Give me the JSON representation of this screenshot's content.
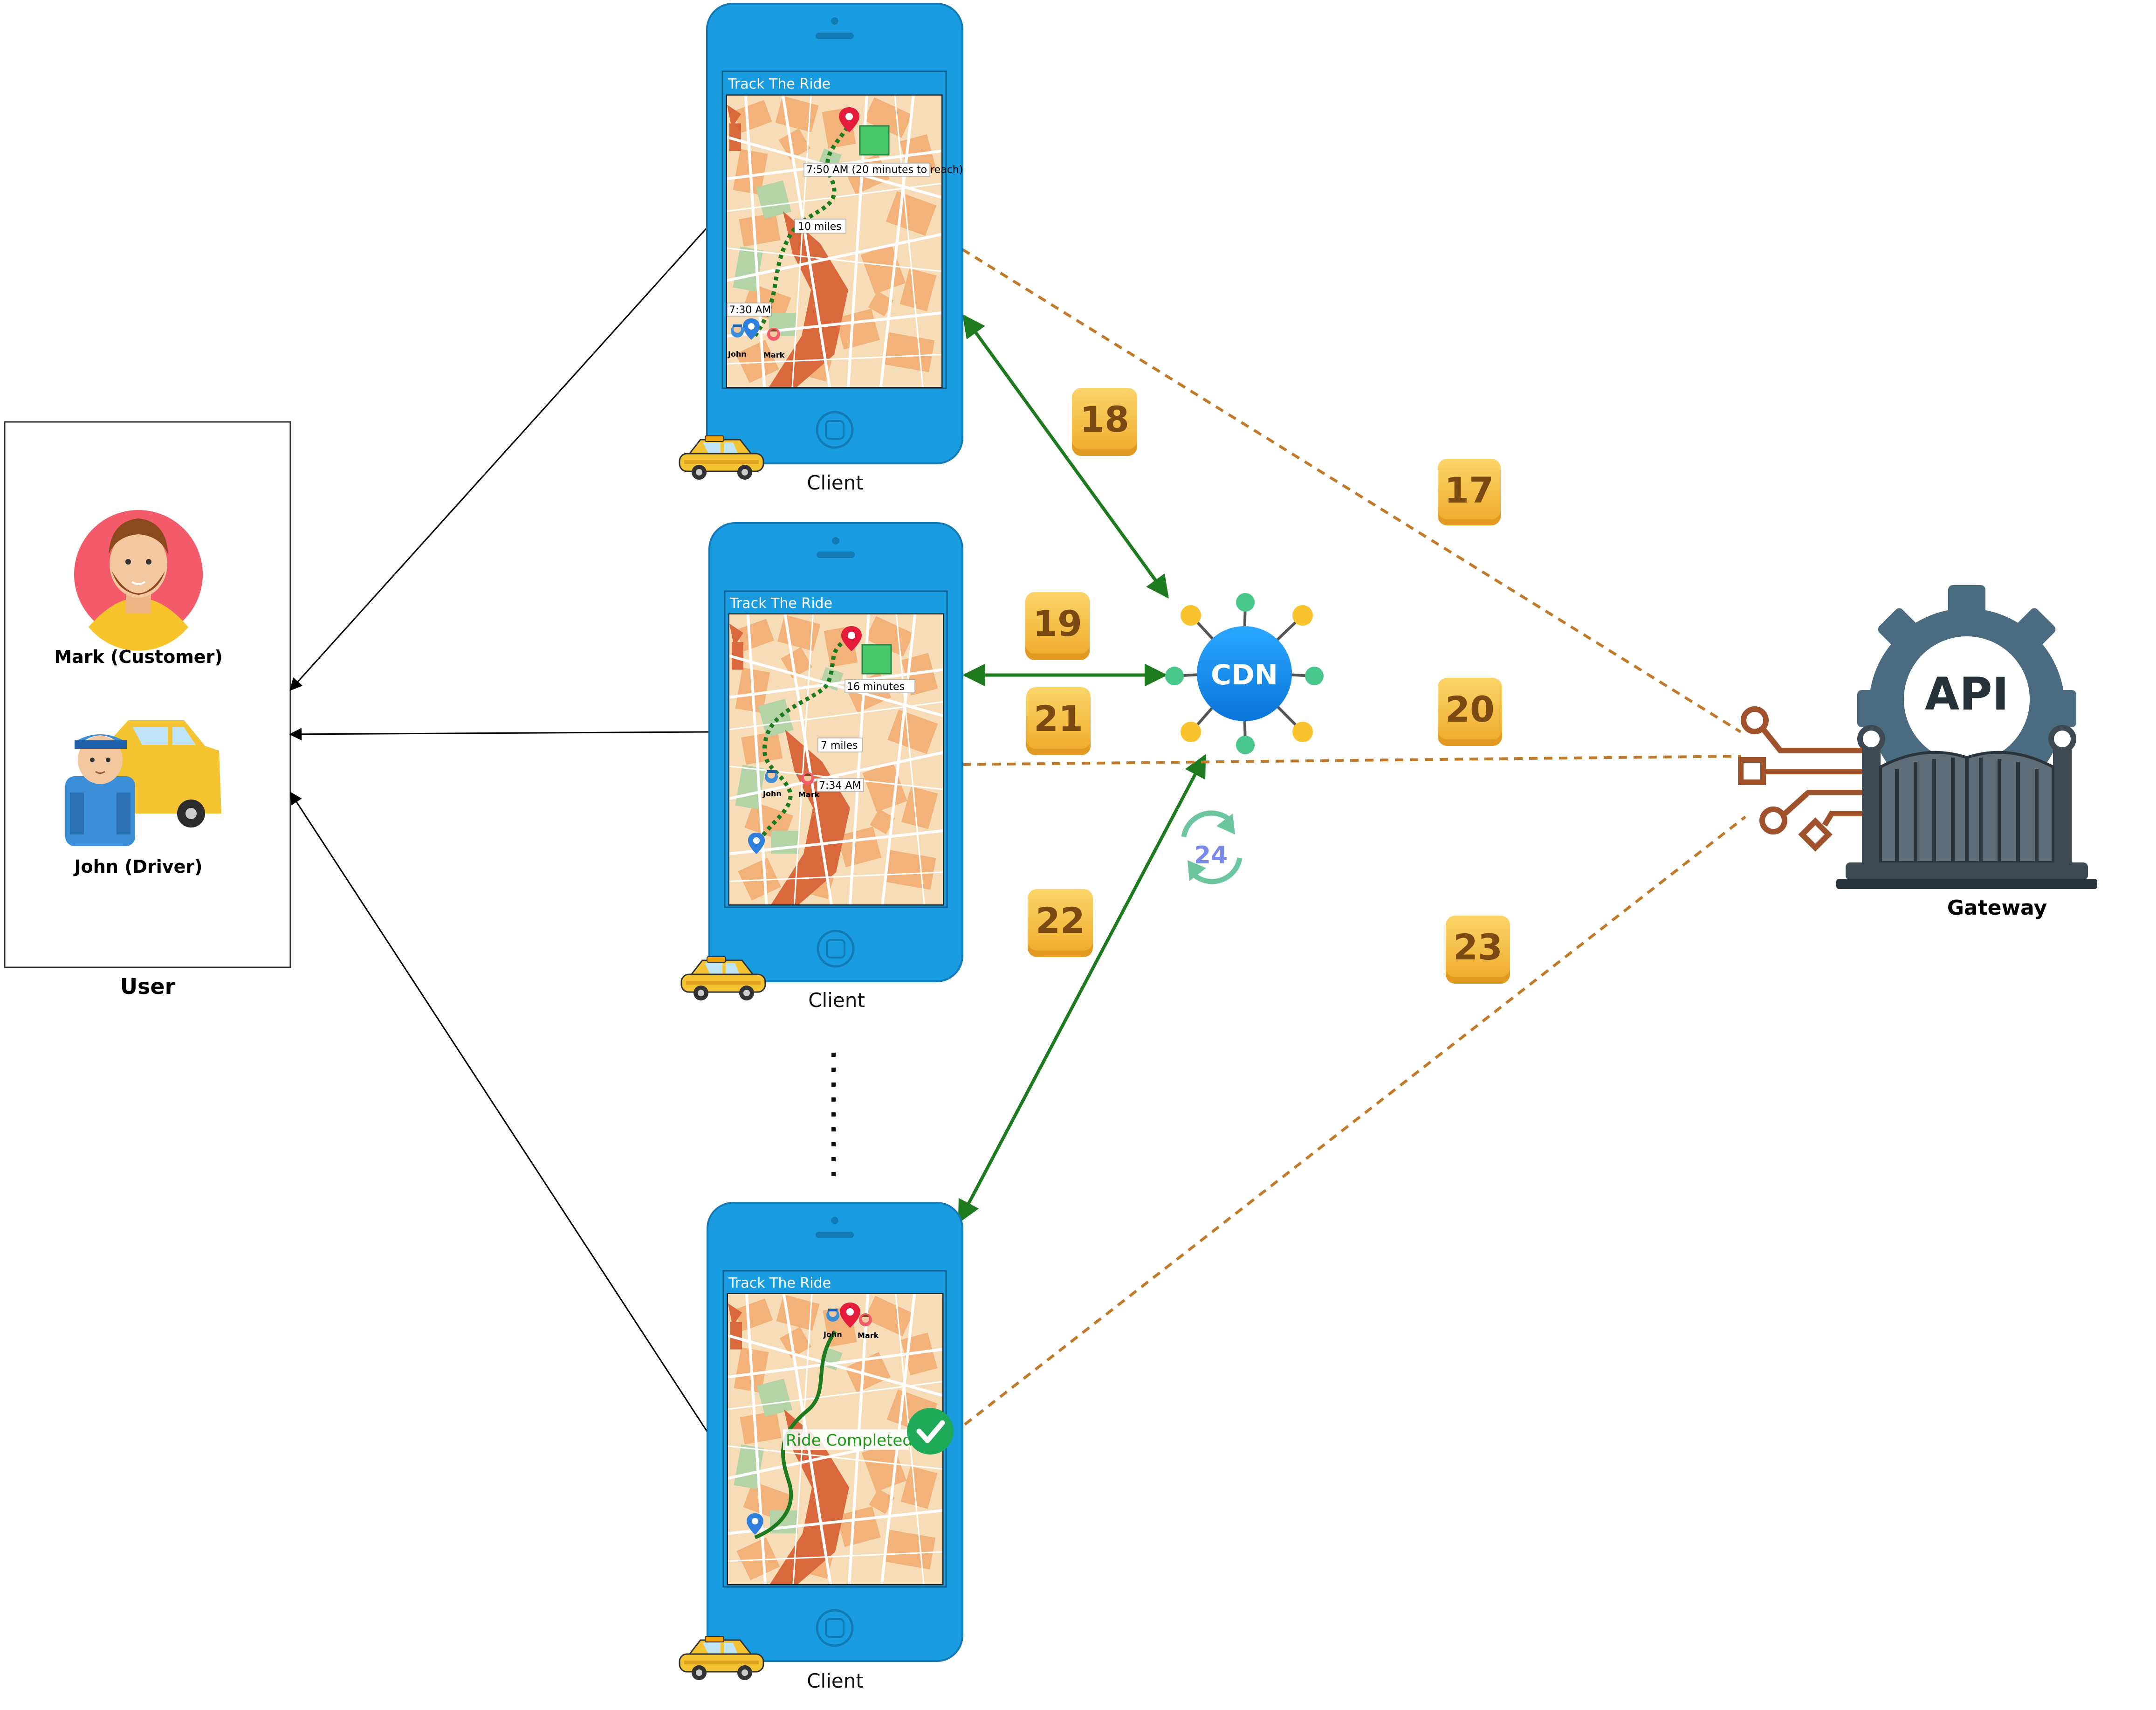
{
  "user_box": {
    "title": "User",
    "customer_label": "Mark (Customer)",
    "driver_label": "John (Driver)"
  },
  "clients": [
    {
      "label": "Client",
      "screen_title": "Track The Ride",
      "eta_label": "7:50 AM (20 minutes to reach)",
      "distance_label": "10 miles",
      "time_label": "7:30 AM",
      "driver_name": "John",
      "customer_name": "Mark"
    },
    {
      "label": "Client",
      "screen_title": "Track The Ride",
      "eta_label": "16 minutes",
      "distance_label": "7 miles",
      "time_label": "7:34 AM",
      "driver_name": "John",
      "customer_name": "Mark"
    },
    {
      "label": "Client",
      "screen_title": "Track The Ride",
      "status_label": "Ride Completed",
      "driver_name": "John",
      "customer_name": "Mark"
    }
  ],
  "cdn": {
    "label": "CDN",
    "badge_icon": "24"
  },
  "gateway": {
    "label": "Gateway",
    "icon_text": "API"
  },
  "steps": [
    "17",
    "18",
    "19",
    "20",
    "21",
    "22",
    "23"
  ],
  "colors": {
    "phone_blue": "#1a9de0",
    "sync_green": "#1e7a1e",
    "gateway_dashed": "#c07a2a",
    "badge_yellow": "#f6c244"
  }
}
